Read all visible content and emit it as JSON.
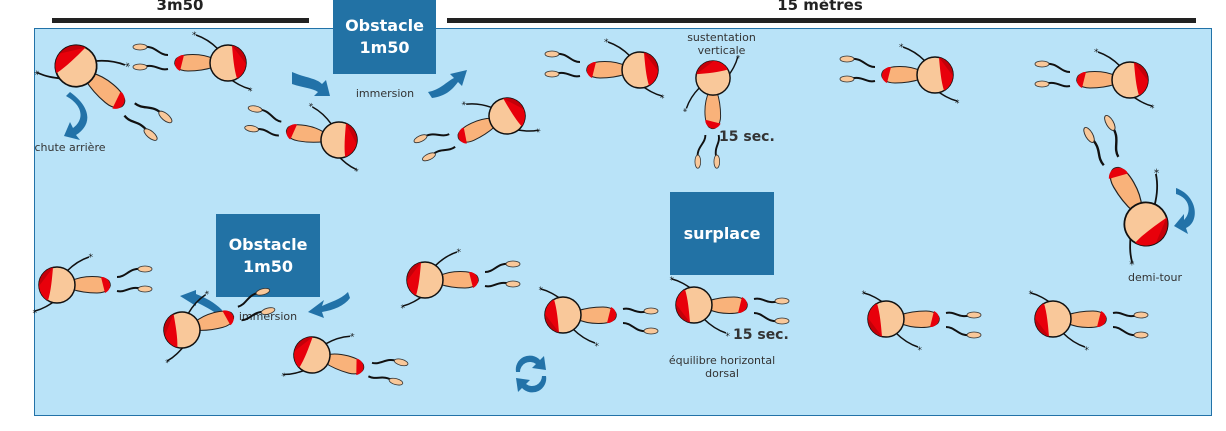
{
  "dimensions": {
    "left": "3m50",
    "right": "15 mètres"
  },
  "obstacles": [
    {
      "label": "Obstacle\n1m50",
      "caption": "immersion"
    },
    {
      "label": "Obstacle\n1m50",
      "caption": "immersion"
    }
  ],
  "surplace": {
    "label": "surplace",
    "caption": "équilibre horizontal\ndorsal",
    "duration": "15 sec."
  },
  "sustentation": {
    "label": "sustentation\nverticale",
    "duration": "15 sec."
  },
  "chute": {
    "label": "chute arrière"
  },
  "demi_tour": {
    "label": "demi-tour"
  },
  "colors": {
    "pool": "#b9e3f8",
    "box": "#2272a5",
    "arrow": "#2272a8",
    "cap": "#e8000b",
    "skin": "#f9c89a"
  }
}
